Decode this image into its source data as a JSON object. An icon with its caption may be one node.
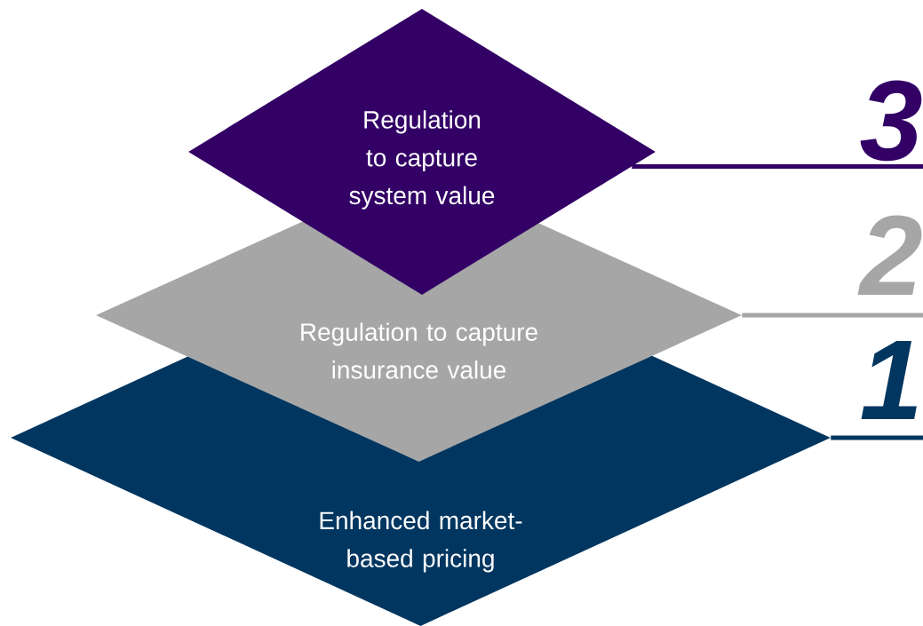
{
  "diagram": {
    "nodes": [
      {
        "text": [
          "Regulation to capture system value"
        ]
      },
      {
        "text": [
          "Regulation to capture insurance value"
        ]
      },
      {
        "text": [
          "Enhanced market-based pricing"
        ]
      },
      {
        "text": [
          "3"
        ]
      },
      {
        "text": [
          "2"
        ]
      },
      {
        "text": [
          "1"
        ]
      }
    ],
    "edges": [
      {
        "from": 0,
        "to": 3,
        "arrow": "none",
        "color": "#330066"
      },
      {
        "from": 1,
        "to": 4,
        "arrow": "none",
        "color": "#a6a6a6"
      },
      {
        "from": 2,
        "to": 5,
        "arrow": "none",
        "color": "#003660"
      }
    ]
  }
}
